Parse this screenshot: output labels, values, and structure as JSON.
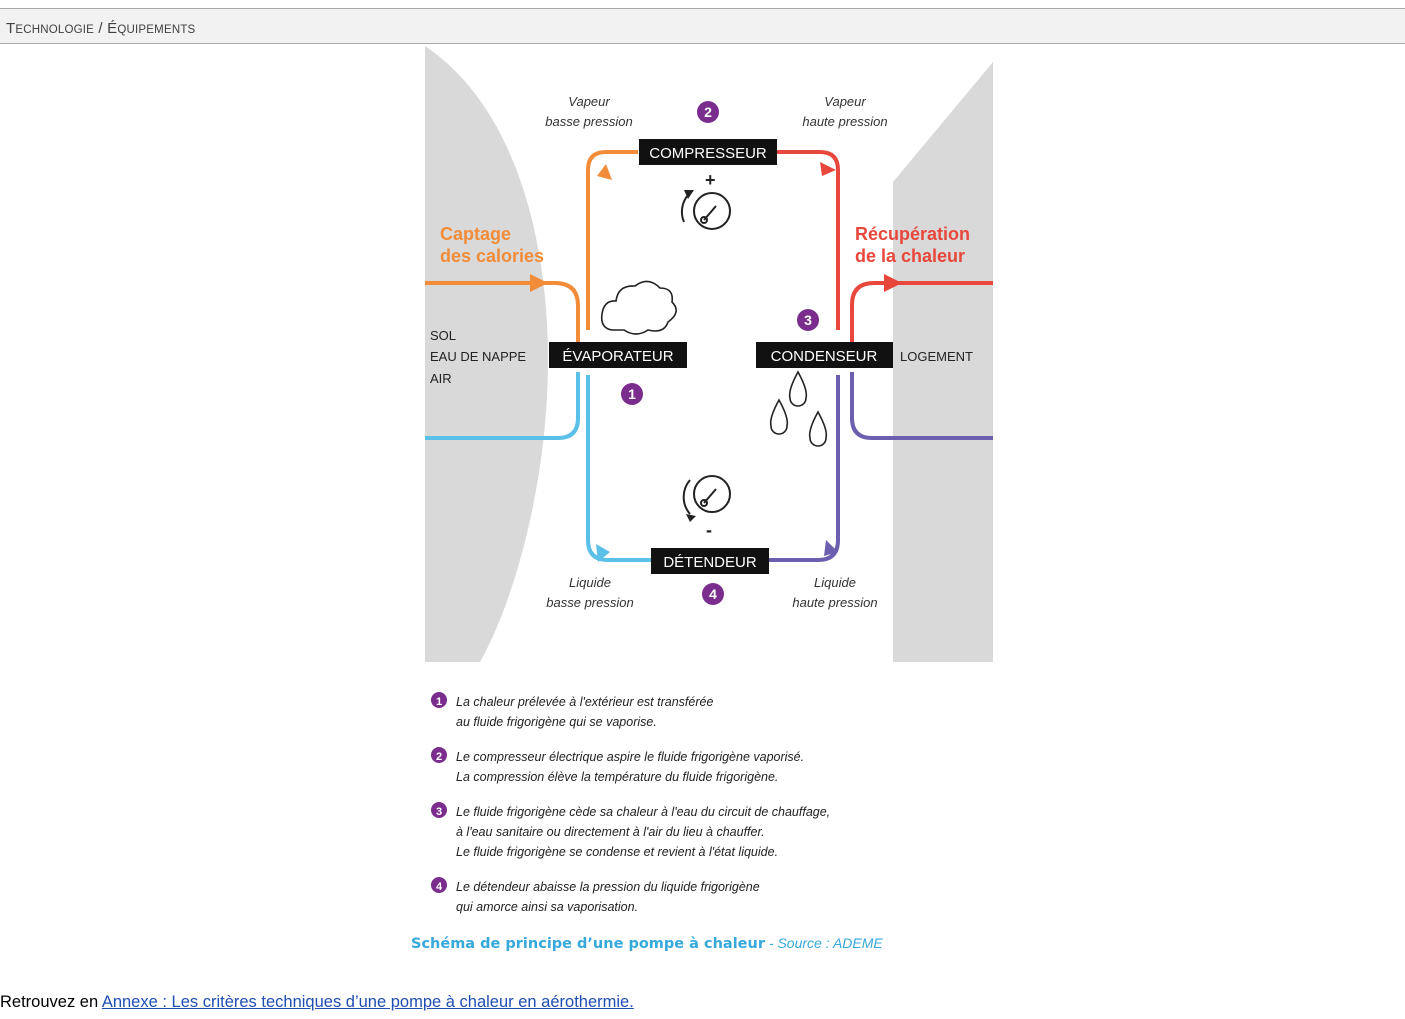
{
  "header": {
    "section_title": "Technologie / Équipements"
  },
  "diagram": {
    "heading_left": [
      "Captage",
      "des calories"
    ],
    "heading_right": [
      "Récupération",
      "de la chaleur"
    ],
    "sources": [
      "SOL",
      "EAU DE NAPPE",
      "AIR"
    ],
    "destination": "LOGEMENT",
    "components": {
      "compressor": "COMPRESSEUR",
      "evaporator": "ÉVAPORATEUR",
      "condenser": "CONDENSEUR",
      "expansion_valve": "DÉTENDEUR"
    },
    "states": {
      "top_left": [
        "Vapeur",
        "basse pression"
      ],
      "top_right": [
        "Vapeur",
        "haute pression"
      ],
      "bottom_left": [
        "Liquide",
        "basse pression"
      ],
      "bottom_right": [
        "Liquide",
        "haute pression"
      ]
    },
    "step_numbers": [
      "1",
      "2",
      "3",
      "4"
    ],
    "signs": {
      "plus": "+",
      "minus": "-"
    },
    "colors": {
      "orange": "#f28c38",
      "red": "#e8473b",
      "blue": "#5bc0e8",
      "purple": "#6c5fb0",
      "badge": "#7b2d8e",
      "gray": "#d9d9d9"
    }
  },
  "legend": [
    {
      "number": "1",
      "lines": [
        "La chaleur prélevée à l'extérieur est transférée",
        "au fluide frigorigène qui se vaporise."
      ]
    },
    {
      "number": "2",
      "lines": [
        "Le compresseur électrique aspire le fluide frigorigène vaporisé.",
        "La compression élève la température du fluide frigorigène."
      ]
    },
    {
      "number": "3",
      "lines": [
        "Le fluide frigorigène cède sa chaleur à l'eau du circuit de chauffage,",
        "à l'eau sanitaire ou directement à l'air du lieu à chauffer.",
        "Le fluide frigorigène se condense et revient à l'état liquide."
      ]
    },
    {
      "number": "4",
      "lines": [
        "Le détendeur abaisse la pression du liquide frigorigène",
        "qui amorce ainsi sa vaporisation."
      ]
    }
  ],
  "caption": {
    "main": "Schéma de principe d’une pompe à chaleur",
    "source": " - Source : ADEME"
  },
  "footer": {
    "prefix": "Retrouvez en ",
    "link": "Annexe : Les critères techniques d’une pompe à chaleur en aérothermie."
  }
}
